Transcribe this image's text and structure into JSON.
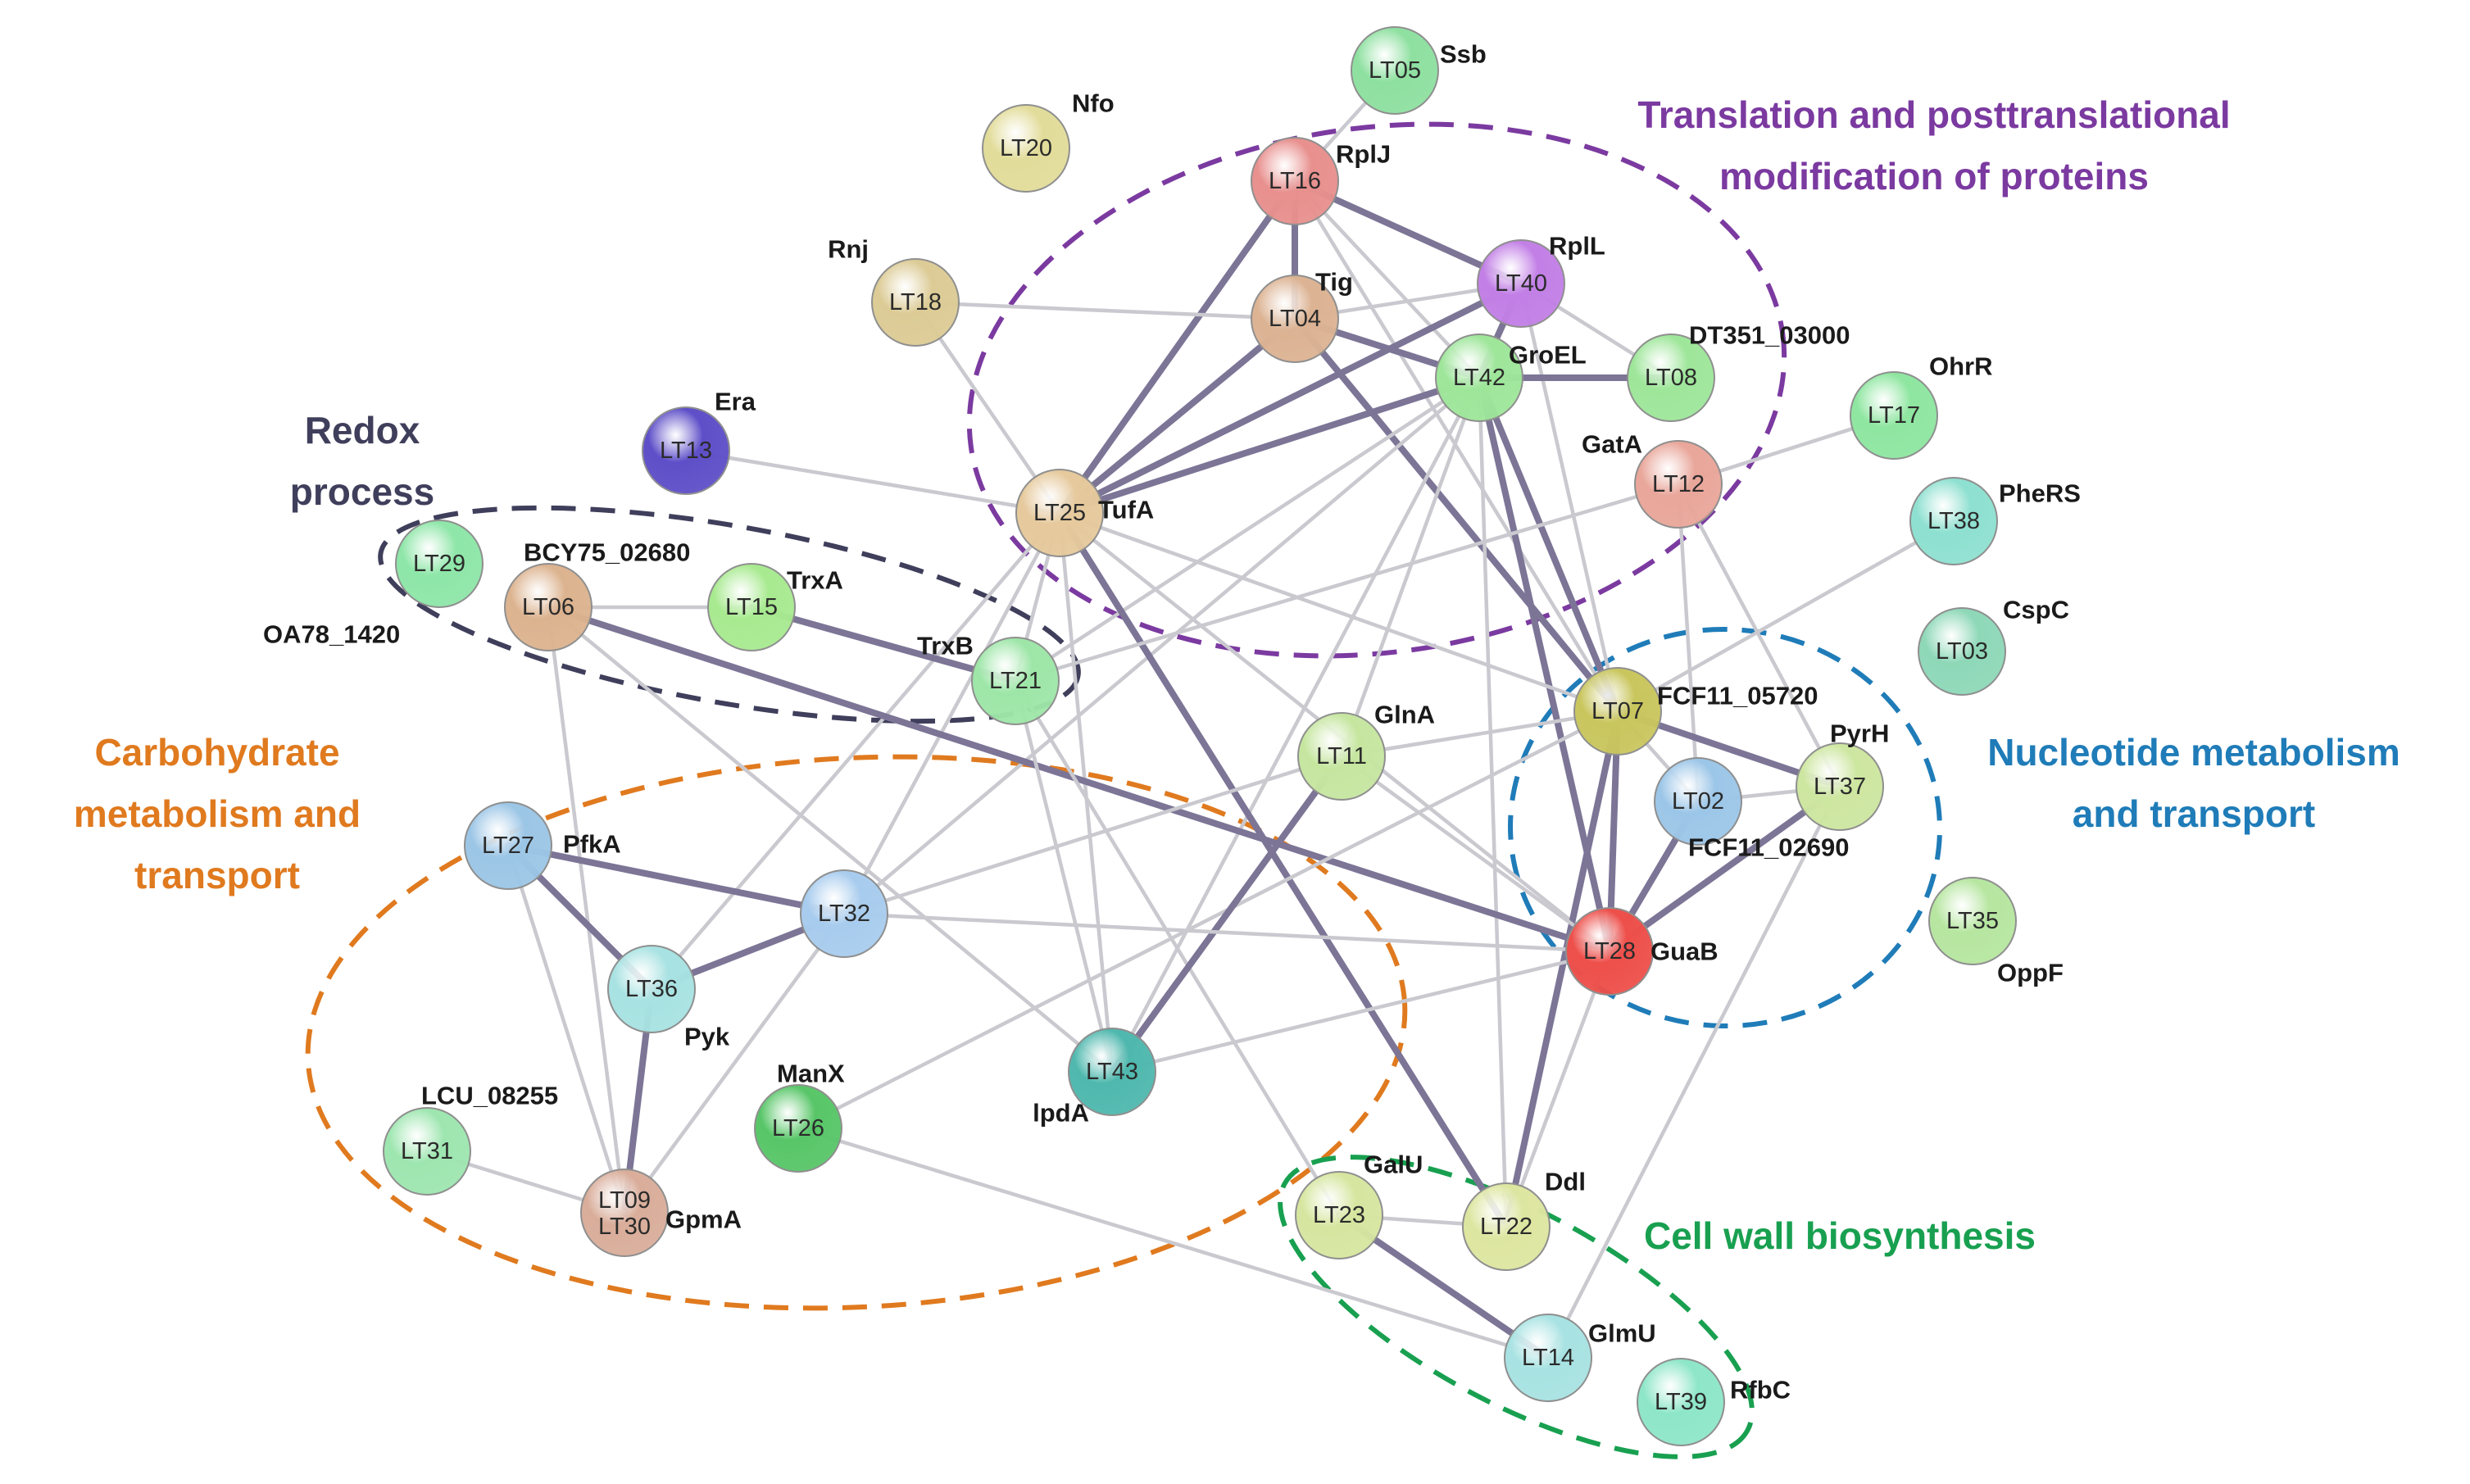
{
  "colors": {
    "translation": "#7b3aa0",
    "redox": "#3f3f5c",
    "carbohydrate": "#e07a1f",
    "nucleotide": "#1f7cb8",
    "cellwall": "#18a050"
  },
  "groups": {
    "translation": [
      "Translation  and posttranslational",
      "modification  of proteins"
    ],
    "redox": [
      "Redox",
      "process"
    ],
    "carbohydrate": [
      "Carbohydrate",
      "metabolism and",
      "transport"
    ],
    "nucleotide": [
      "Nucleotide metabolism",
      "and transport"
    ],
    "cellwall": [
      "Cell wall biosynthesis"
    ]
  },
  "nodes": [
    {
      "id": "LT05",
      "gene": "Ssb",
      "color": "#8ee0a0"
    },
    {
      "id": "LT20",
      "gene": "Nfo",
      "color": "#e2dc9a"
    },
    {
      "id": "LT16",
      "gene": "RplJ",
      "color": "#e8908e"
    },
    {
      "id": "LT40",
      "gene": "RplL",
      "color": "#c27fe6"
    },
    {
      "id": "LT18",
      "gene": "Rnj",
      "color": "#dccb95"
    },
    {
      "id": "LT04",
      "gene": "Tig",
      "color": "#dcb393"
    },
    {
      "id": "LT42",
      "gene": "GroEL",
      "color": "#9ee69a"
    },
    {
      "id": "LT08",
      "gene": "DT351_03000",
      "color": "#9ee69a"
    },
    {
      "id": "LT17",
      "gene": "OhrR",
      "color": "#8ee6a0"
    },
    {
      "id": "LT13",
      "gene": "Era",
      "color": "#5e4fc8"
    },
    {
      "id": "LT12",
      "gene": "GatA",
      "color": "#e9a69a"
    },
    {
      "id": "LT25",
      "gene": "TufA",
      "color": "#e6c99c"
    },
    {
      "id": "LT38",
      "gene": "PheRS",
      "color": "#8ee0d0"
    },
    {
      "id": "LT29",
      "gene": "OA78_1420",
      "color": "#8ee6a8"
    },
    {
      "id": "LT06",
      "gene": "BCY75_02680",
      "color": "#dcb38f"
    },
    {
      "id": "LT15",
      "gene": "TrxA",
      "color": "#a8ea90"
    },
    {
      "id": "LT03",
      "gene": "CspC",
      "color": "#8ed8b8"
    },
    {
      "id": "LT21",
      "gene": "TrxB",
      "color": "#9ee6a8"
    },
    {
      "id": "LT07",
      "gene": "FCF11_05720",
      "color": "#c9c65e"
    },
    {
      "id": "LT11",
      "gene": "GlnA",
      "color": "#c6e6a0"
    },
    {
      "id": "LT37",
      "gene": "PyrH",
      "color": "#cde6a0"
    },
    {
      "id": "LT02",
      "gene": "FCF11_02690",
      "color": "#9cc6e8"
    },
    {
      "id": "LT27",
      "gene": "PfkA",
      "color": "#9cc6e6"
    },
    {
      "id": "LT32",
      "gene": "",
      "color": "#a8ccee"
    },
    {
      "id": "LT28",
      "gene": "GuaB",
      "color": "#ee4f4a"
    },
    {
      "id": "LT35",
      "gene": "OppF",
      "color": "#b6e6a0"
    },
    {
      "id": "LT36",
      "gene": "Pyk",
      "color": "#a8e2e2"
    },
    {
      "id": "LT43",
      "gene": "lpdA",
      "color": "#4fb8ae"
    },
    {
      "id": "LT26",
      "gene": "ManX",
      "color": "#58c668"
    },
    {
      "id": "LT31",
      "gene": "LCU_08255",
      "color": "#9ee6b0"
    },
    {
      "id": "LT09 LT30",
      "gene": "GpmA",
      "color": "#d9ad9a"
    },
    {
      "id": "LT23",
      "gene": "GalU",
      "color": "#d6e6a0"
    },
    {
      "id": "LT22",
      "gene": "Ddl",
      "color": "#dde6a0"
    },
    {
      "id": "LT14",
      "gene": "GlmU",
      "color": "#a8e2e2"
    },
    {
      "id": "LT39",
      "gene": "RfbC",
      "color": "#8ee6c8"
    }
  ],
  "edges": [
    [
      "LT16",
      "LT40",
      "strong"
    ],
    [
      "LT16",
      "LT04",
      "strong"
    ],
    [
      "LT16",
      "LT25",
      "strong"
    ],
    [
      "LT16",
      "LT42",
      "weak"
    ],
    [
      "LT16",
      "LT07",
      "weak"
    ],
    [
      "LT05",
      "LT16",
      "weak"
    ],
    [
      "LT40",
      "LT04",
      "weak"
    ],
    [
      "LT40",
      "LT25",
      "strong"
    ],
    [
      "LT40",
      "LT42",
      "strong"
    ],
    [
      "LT40",
      "LT08",
      "weak"
    ],
    [
      "LT40",
      "LT07",
      "weak"
    ],
    [
      "LT04",
      "LT18",
      "weak"
    ],
    [
      "LT04",
      "LT25",
      "strong"
    ],
    [
      "LT04",
      "LT42",
      "strong"
    ],
    [
      "LT04",
      "LT07",
      "strong"
    ],
    [
      "LT42",
      "LT08",
      "strong"
    ],
    [
      "LT42",
      "LT25",
      "strong"
    ],
    [
      "LT42",
      "LT07",
      "strong"
    ],
    [
      "LT42",
      "LT28",
      "strong"
    ],
    [
      "LT42",
      "LT11",
      "weak"
    ],
    [
      "LT42",
      "LT22",
      "weak"
    ],
    [
      "LT42",
      "LT43",
      "weak"
    ],
    [
      "LT42",
      "LT32",
      "weak"
    ],
    [
      "LT42",
      "LT21",
      "weak"
    ],
    [
      "LT18",
      "LT25",
      "weak"
    ],
    [
      "LT13",
      "LT25",
      "weak"
    ],
    [
      "LT25",
      "LT21",
      "weak"
    ],
    [
      "LT25",
      "LT36",
      "weak"
    ],
    [
      "LT25",
      "LT32",
      "weak"
    ],
    [
      "LT25",
      "LT43",
      "weak"
    ],
    [
      "LT25",
      "LT22",
      "strong"
    ],
    [
      "LT25",
      "LT28",
      "weak"
    ],
    [
      "LT25",
      "LT07",
      "weak"
    ],
    [
      "LT12",
      "LT37",
      "weak"
    ],
    [
      "LT12",
      "LT21",
      "weak"
    ],
    [
      "LT12",
      "LT02",
      "weak"
    ],
    [
      "LT17",
      "LT12",
      "weak"
    ],
    [
      "LT38",
      "LT07",
      "weak"
    ],
    [
      "LT06",
      "LT15",
      "weak"
    ],
    [
      "LT06",
      "LT28",
      "strong"
    ],
    [
      "LT06",
      "LT09",
      "weak"
    ],
    [
      "LT06",
      "LT43",
      "weak"
    ],
    [
      "LT15",
      "LT21",
      "strong"
    ],
    [
      "LT21",
      "LT43",
      "weak"
    ],
    [
      "LT21",
      "LT23",
      "weak"
    ],
    [
      "LT07",
      "LT28",
      "strong"
    ],
    [
      "LT07",
      "LT37",
      "strong"
    ],
    [
      "LT07",
      "LT22",
      "strong"
    ],
    [
      "LT07",
      "LT02",
      "weak"
    ],
    [
      "LT07",
      "LT26",
      "weak"
    ],
    [
      "LT07",
      "LT11",
      "weak"
    ],
    [
      "LT37",
      "LT28",
      "strong"
    ],
    [
      "LT37",
      "LT02",
      "weak"
    ],
    [
      "LT37",
      "LT14",
      "weak"
    ],
    [
      "LT11",
      "LT43",
      "strong"
    ],
    [
      "LT11",
      "LT28",
      "weak"
    ],
    [
      "LT11",
      "LT32",
      "weak"
    ],
    [
      "LT27",
      "LT36",
      "strong"
    ],
    [
      "LT27",
      "LT32",
      "strong"
    ],
    [
      "LT27",
      "LT09",
      "weak"
    ],
    [
      "LT32",
      "LT36",
      "strong"
    ],
    [
      "LT32",
      "LT28",
      "weak"
    ],
    [
      "LT32",
      "LT09",
      "weak"
    ],
    [
      "LT36",
      "LT09",
      "strong"
    ],
    [
      "LT31",
      "LT09",
      "weak"
    ],
    [
      "LT26",
      "LT14",
      "weak"
    ],
    [
      "LT43",
      "LT28",
      "weak"
    ],
    [
      "LT23",
      "LT14",
      "strong"
    ],
    [
      "LT23",
      "LT22",
      "weak"
    ],
    [
      "LT22",
      "LT28",
      "weak"
    ],
    [
      "LT02",
      "LT28",
      "strong"
    ]
  ]
}
